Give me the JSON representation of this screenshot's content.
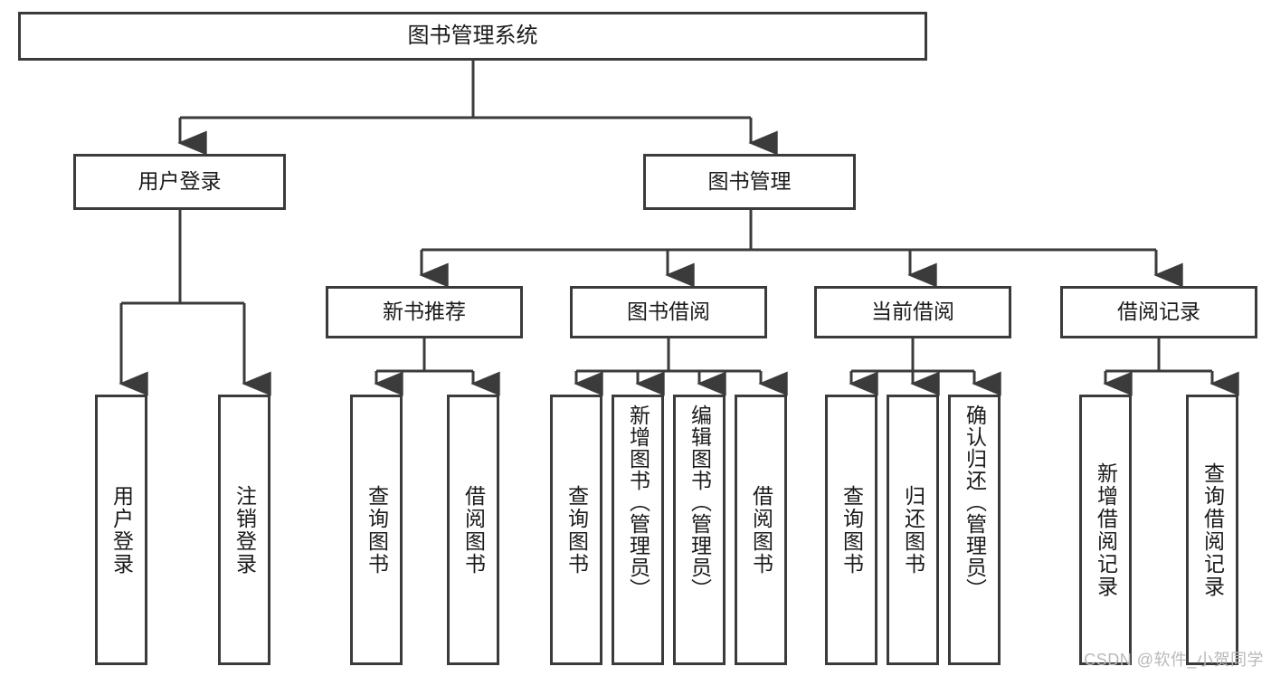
{
  "diagram": {
    "title": "图书管理系统",
    "type": "hierarchy-tree",
    "root": {
      "label": "图书管理系统"
    },
    "branches": [
      {
        "id": "user-login",
        "label": "用户登录"
      },
      {
        "id": "book-management",
        "label": "图书管理"
      }
    ],
    "groups": [
      {
        "id": "new-book-recommend",
        "label": "新书推荐"
      },
      {
        "id": "book-borrow",
        "label": "图书借阅"
      },
      {
        "id": "current-borrow",
        "label": "当前借阅"
      },
      {
        "id": "borrow-record",
        "label": "借阅记录"
      }
    ],
    "leaves": {
      "user_login": [
        {
          "id": "leaf-user-login",
          "label": "用户登录"
        },
        {
          "id": "leaf-logout",
          "label": "注销登录"
        }
      ],
      "new_book_recommend": [
        {
          "id": "leaf-query-book-1",
          "label": "查询图书"
        },
        {
          "id": "leaf-borrow-book-1",
          "label": "借阅图书"
        }
      ],
      "book_borrow": [
        {
          "id": "leaf-query-book-2",
          "label": "查询图书"
        },
        {
          "id": "leaf-add-book",
          "label": "新增图书（管理员）"
        },
        {
          "id": "leaf-edit-book",
          "label": "编辑图书（管理员）"
        },
        {
          "id": "leaf-borrow-book-2",
          "label": "借阅图书"
        }
      ],
      "current_borrow": [
        {
          "id": "leaf-query-book-3",
          "label": "查询图书"
        },
        {
          "id": "leaf-return-book",
          "label": "归还图书"
        },
        {
          "id": "leaf-confirm-return",
          "label": "确认归还（管理员）"
        }
      ],
      "borrow_record": [
        {
          "id": "leaf-add-record",
          "label": "新增借阅记录"
        },
        {
          "id": "leaf-query-record",
          "label": "查询借阅记录"
        }
      ]
    }
  },
  "watermark": {
    "text": "CSDN @软件_小贺同学"
  },
  "colors": {
    "stroke": "#3b3b3b",
    "text": "#1a1a1a",
    "background": "#ffffff",
    "watermark": "#b9b9b9"
  }
}
